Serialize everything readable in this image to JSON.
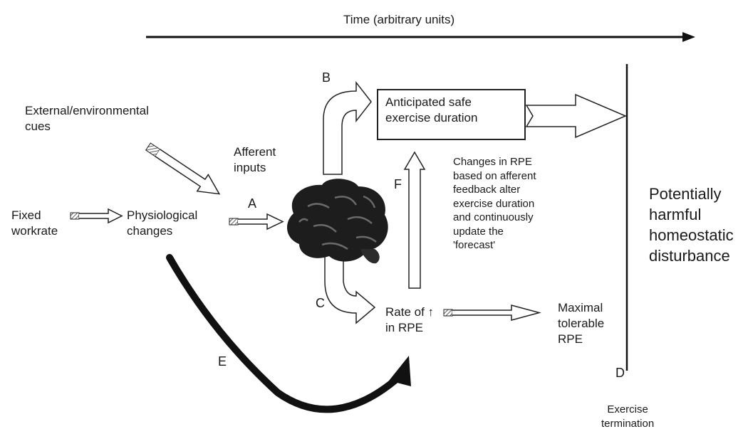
{
  "time_axis": {
    "label": "Time (arbitrary units)"
  },
  "nodes": {
    "external_cues": "External/environmental\ncues",
    "afferent_inputs": "Afferent\ninputs",
    "fixed_workrate": "Fixed\nworkrate",
    "physiological_changes": "Physiological\nchanges",
    "anticipated_duration": "Anticipated safe\nexercise duration",
    "rate_of_rpe": "Rate of ↑\nin RPE",
    "maximal_rpe": "Maximal\ntolerable\nRPE",
    "harmful_disturbance": "Potentially\nharmful\nhomeostatic\ndisturbance",
    "exercise_termination": "Exercise\ntermination",
    "rpe_note": "Changes in RPE\nbased on afferent\nfeedback alter\nexercise duration\nand continuously\nupdate the\n'forecast'"
  },
  "path_labels": {
    "A": "A",
    "B": "B",
    "C": "C",
    "D": "D",
    "E": "E",
    "F": "F"
  }
}
